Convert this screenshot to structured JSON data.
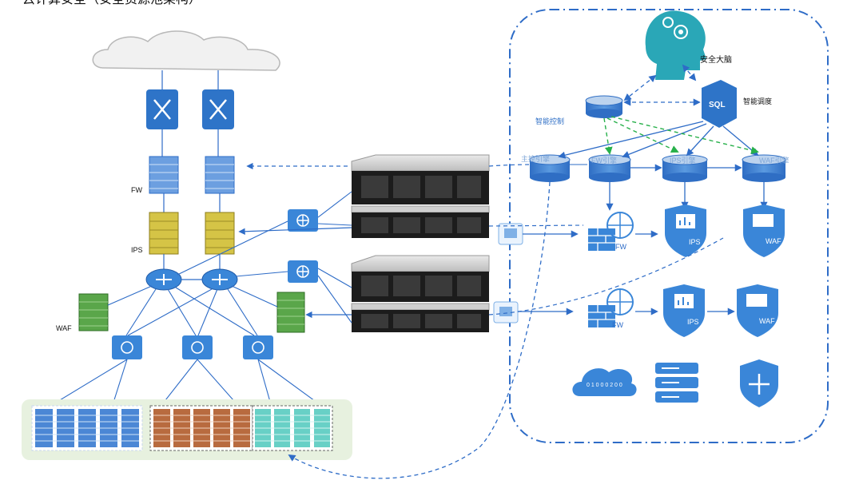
{
  "title_fragment": "云计算安全（安全资源池架构）",
  "labels": {
    "security_brain": "安全大脑",
    "smart_dispatch": "智能调度",
    "smart_control": "智能控制",
    "fw_side": "FW",
    "ips_side": "IPS",
    "waf_side": "WAF",
    "engine_1": "主控引擎",
    "engine_2": "FW引擎",
    "engine_3": "IPS引擎",
    "engine_4": "WAF引擎",
    "vnf_fw": "FW",
    "vnf_ips": "IPS",
    "vnf_waf": "WAF",
    "sql": "SQL",
    "data_digits": "0 1 0 0 0 2 0 0"
  },
  "colors": {
    "primary": "#2e6cc7",
    "icon_blue": "#3a86d8",
    "icon_light": "#cfe3f8",
    "ips_yellow": "#c8b53a",
    "waf_green": "#4e9a3f",
    "server_dark": "#1c1c1c",
    "green_arrow": "#27b04a",
    "pool_bg": "#e7f1df",
    "rack_brown": "#b86b3f",
    "rack_teal": "#68d0c6",
    "rack_blue": "#4b87d5"
  }
}
